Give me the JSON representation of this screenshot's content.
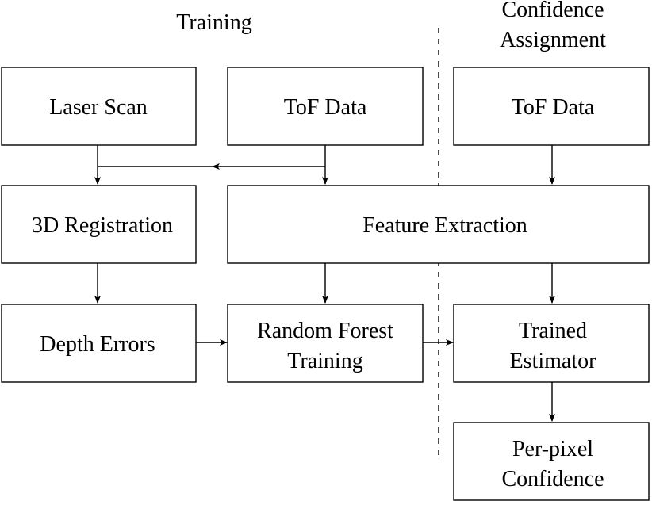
{
  "sections": {
    "training": "Training",
    "confidence": [
      "Confidence",
      "Assignment"
    ]
  },
  "nodes": {
    "laser_scan": [
      "Laser Scan"
    ],
    "tof_data_training": [
      "ToF Data"
    ],
    "tof_data_confidence": [
      "ToF Data"
    ],
    "registration": [
      "3D Registration"
    ],
    "feature_extraction": [
      "Feature Extraction"
    ],
    "depth_errors": [
      "Depth Errors"
    ],
    "rf_training": [
      "Random Forest",
      "Training"
    ],
    "trained_estimator": [
      "Trained",
      "Estimator"
    ],
    "confidence_output": [
      "Per-pixel",
      "Confidence"
    ]
  },
  "edges": [
    {
      "from": "laser_scan",
      "to": "registration"
    },
    {
      "from": "tof_data_training",
      "to": "registration"
    },
    {
      "from": "tof_data_training",
      "to": "feature_extraction"
    },
    {
      "from": "tof_data_confidence",
      "to": "feature_extraction"
    },
    {
      "from": "registration",
      "to": "depth_errors"
    },
    {
      "from": "feature_extraction",
      "to": "rf_training"
    },
    {
      "from": "feature_extraction",
      "to": "trained_estimator"
    },
    {
      "from": "depth_errors",
      "to": "rf_training"
    },
    {
      "from": "rf_training",
      "to": "trained_estimator"
    },
    {
      "from": "trained_estimator",
      "to": "confidence_output"
    }
  ]
}
